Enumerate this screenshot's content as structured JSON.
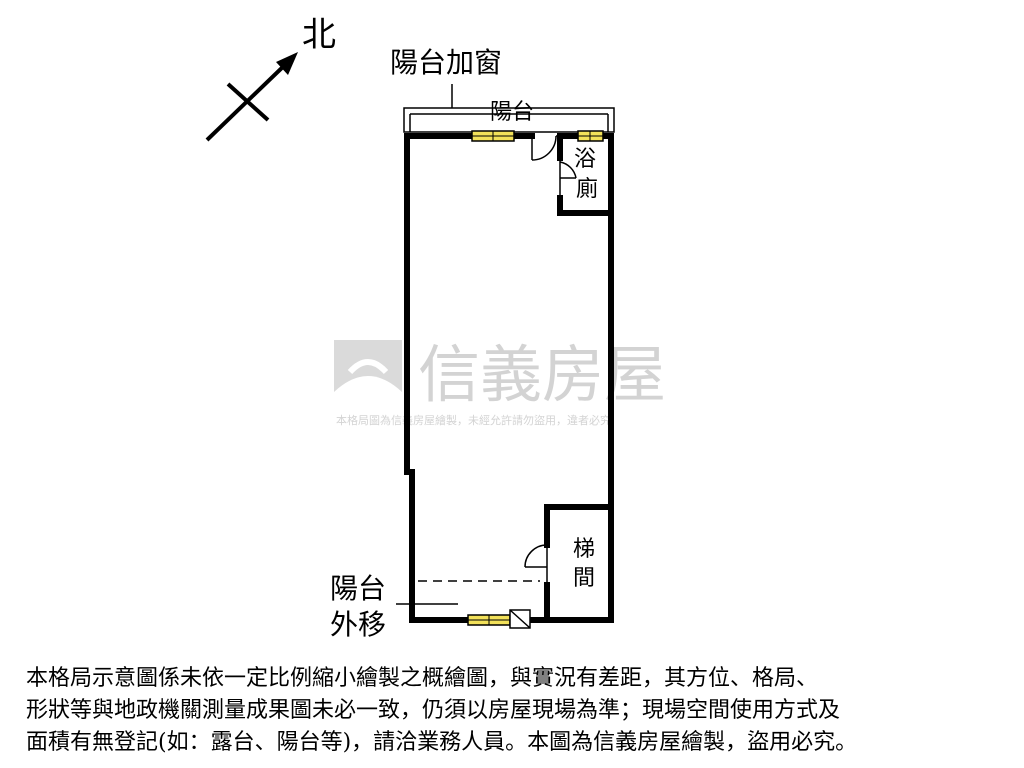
{
  "compass": {
    "north_label": "北"
  },
  "labels": {
    "balcony_window": "陽台加窗",
    "balcony": "陽台",
    "bathroom_1": "浴",
    "bathroom_2": "廁",
    "stair_1": "梯",
    "stair_2": "間",
    "balcony_moved_1": "陽台",
    "balcony_moved_2": "外移"
  },
  "watermark": {
    "brand": "信義房屋",
    "caption": "本格局圖為信義房屋繪製，未經允許請勿盜用，違者必究"
  },
  "disclaimer": {
    "line1": "本格局示意圖係未依一定比例縮小繪製之概繪圖，與實況有差距，其方位、格局、",
    "line2": "形狀等與地政機關測量成果圖未必一致，仍須以房屋現場為準；現場空間使用方式及",
    "line3": "面積有無登記(如：露台、陽台等)，請洽業務人員。本圖為信義房屋繪製，盜用必究。"
  },
  "colors": {
    "wall": "#000000",
    "window_fill": "#f2e15a",
    "watermark": "#cfcfcf"
  }
}
